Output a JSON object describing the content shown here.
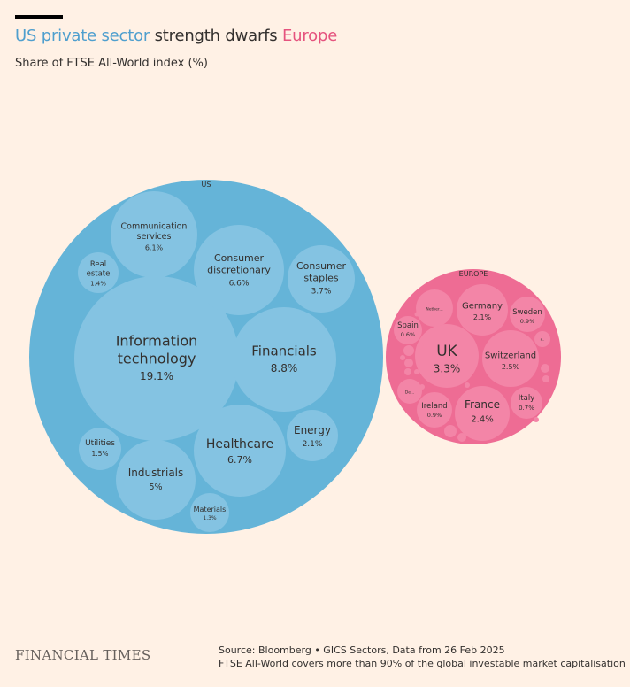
{
  "header": {
    "title_part1": "US private sector",
    "title_part2": " strength dwarfs ",
    "title_part3": "Europe",
    "subtitle": "Share of FTSE All-World index (%)"
  },
  "colors": {
    "us_outer": "#65b4d8",
    "us_inner": "#84c3e2",
    "us_accent": "#4f9fce",
    "eu_outer": "#ee6c94",
    "eu_inner": "#f385a7",
    "eu_accent": "#e5537e",
    "background": "#fff1e5",
    "text": "#33302e"
  },
  "chart_data": {
    "type": "packed-bubble",
    "groups": [
      {
        "name": "US",
        "items": [
          {
            "label": "Information technology",
            "value": "19.1%"
          },
          {
            "label": "Financials",
            "value": "8.8%"
          },
          {
            "label": "Healthcare",
            "value": "6.7%"
          },
          {
            "label": "Consumer discretionary",
            "value": "6.6%"
          },
          {
            "label": "Communication services",
            "value": "6.1%"
          },
          {
            "label": "Industrials",
            "value": "5%"
          },
          {
            "label": "Consumer staples",
            "value": "3.7%"
          },
          {
            "label": "Energy",
            "value": "2.1%"
          },
          {
            "label": "Utilities",
            "value": "1.5%"
          },
          {
            "label": "Real estate",
            "value": "1.4%"
          },
          {
            "label": "Materials",
            "value": "1.3%"
          }
        ]
      },
      {
        "name": "EUROPE",
        "items": [
          {
            "label": "UK",
            "value": "3.3%"
          },
          {
            "label": "Switzerland",
            "value": "2.5%"
          },
          {
            "label": "France",
            "value": "2.4%"
          },
          {
            "label": "Germany",
            "value": "2.1%"
          },
          {
            "label": "Sweden",
            "value": "0.9%"
          },
          {
            "label": "Ireland",
            "value": "0.9%"
          },
          {
            "label": "Italy",
            "value": "0.7%"
          },
          {
            "label": "Spain",
            "value": "0.6%"
          },
          {
            "label": "Nether...",
            "value": ""
          },
          {
            "label": "De...",
            "value": ""
          },
          {
            "label": "F...",
            "value": ""
          }
        ]
      }
    ]
  },
  "footer": {
    "logo": "FINANCIAL TIMES",
    "source_line1": "Source: Bloomberg • GICS Sectors, Data from 26 Feb 2025",
    "source_line2": "FTSE All-World covers more than 90% of the global investable market capitalisation"
  }
}
